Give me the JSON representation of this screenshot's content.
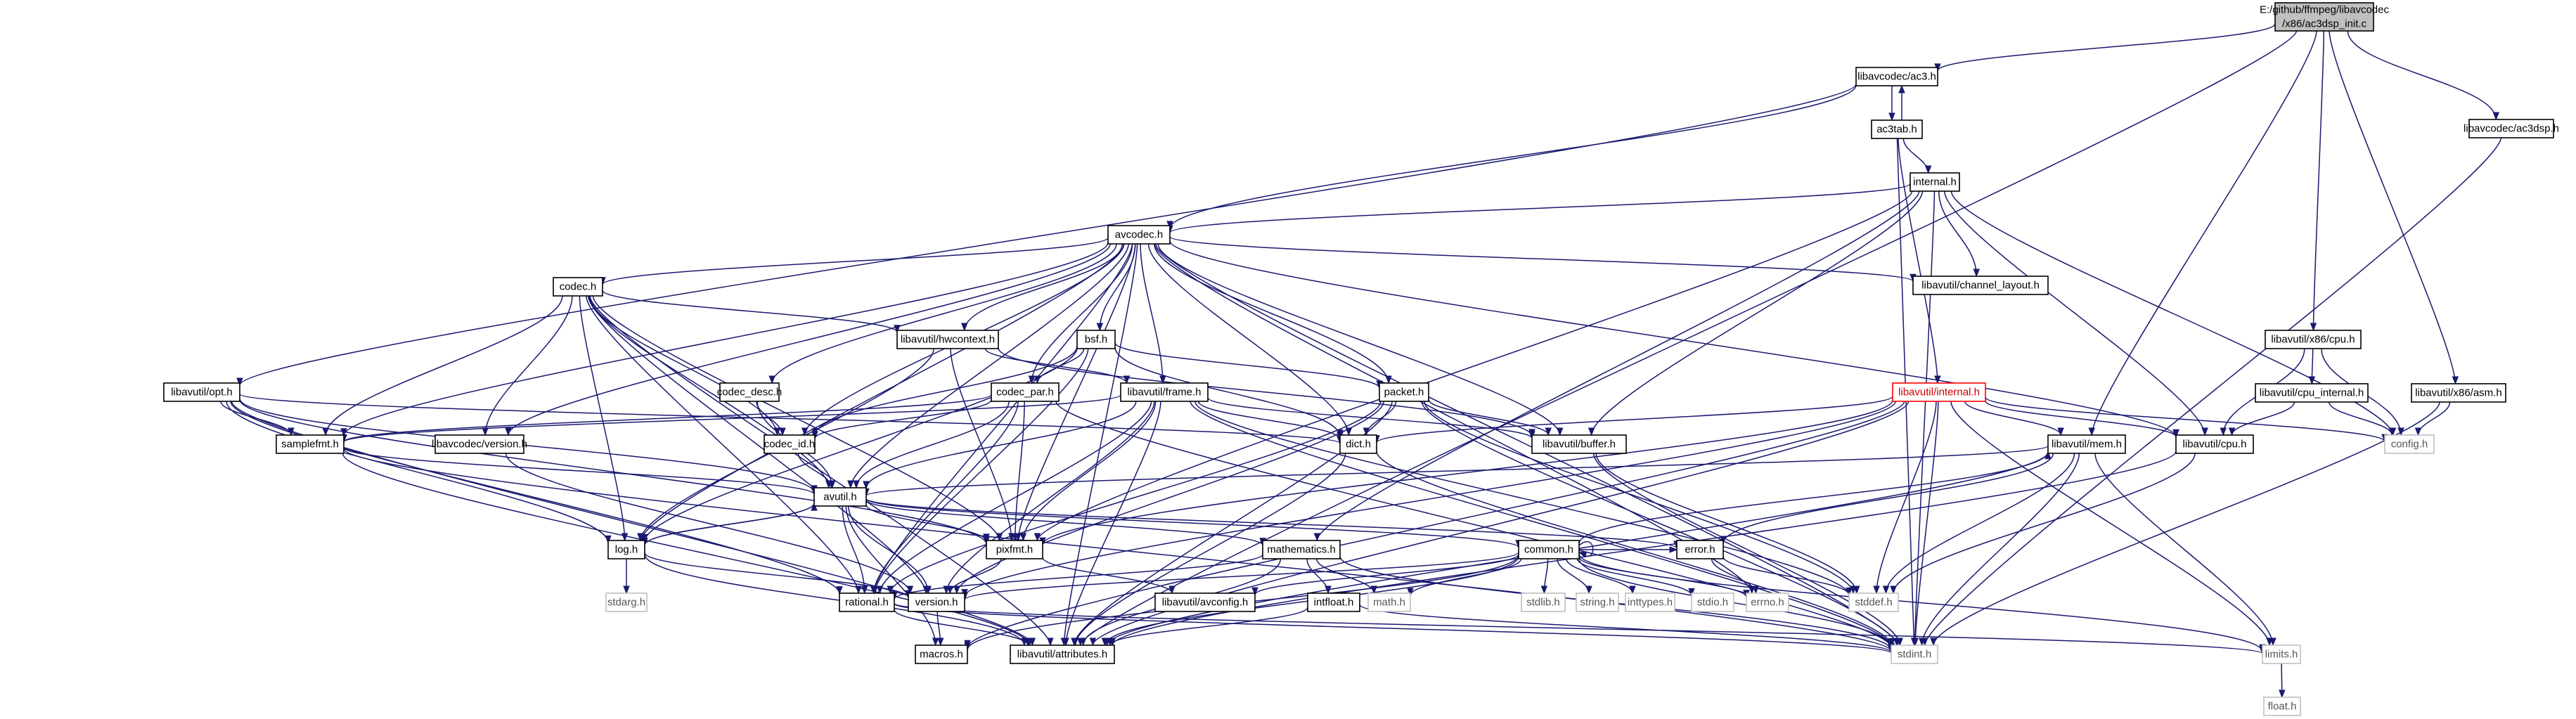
{
  "diagram": {
    "root": {
      "id": "root",
      "lines": [
        "E:/github/ffmpeg/libavcodec",
        "/x86/ac3dsp_init.c"
      ]
    },
    "nodes": [
      {
        "id": "ac3",
        "label": "libavcodec/ac3.h"
      },
      {
        "id": "ac3tab",
        "label": "ac3tab.h"
      },
      {
        "id": "internal",
        "label": "internal.h"
      },
      {
        "id": "avcodec",
        "label": "avcodec.h"
      },
      {
        "id": "codec",
        "label": "codec.h"
      },
      {
        "id": "hwcontext",
        "label": "libavutil/hwcontext.h"
      },
      {
        "id": "bsf",
        "label": "bsf.h"
      },
      {
        "id": "channel_layout",
        "label": "libavutil/channel_layout.h"
      },
      {
        "id": "ac3dsp",
        "label": "libavcodec/ac3dsp.h"
      },
      {
        "id": "x86cpu",
        "label": "libavutil/x86/cpu.h"
      },
      {
        "id": "cpu_internal",
        "label": "libavutil/cpu_internal.h"
      },
      {
        "id": "x86asm",
        "label": "libavutil/x86/asm.h"
      },
      {
        "id": "opt",
        "label": "libavutil/opt.h"
      },
      {
        "id": "codec_desc",
        "label": "codec_desc.h"
      },
      {
        "id": "codec_par",
        "label": "codec_par.h"
      },
      {
        "id": "frame",
        "label": "libavutil/frame.h"
      },
      {
        "id": "packet",
        "label": "packet.h"
      },
      {
        "id": "lavu_internal",
        "label": "libavutil/internal.h",
        "warn": true
      },
      {
        "id": "samplefmt",
        "label": "samplefmt.h"
      },
      {
        "id": "lavc_version",
        "label": "libavcodec/version.h"
      },
      {
        "id": "codec_id",
        "label": "codec_id.h"
      },
      {
        "id": "dict",
        "label": "dict.h"
      },
      {
        "id": "buffer",
        "label": "libavutil/buffer.h"
      },
      {
        "id": "mem",
        "label": "libavutil/mem.h"
      },
      {
        "id": "cpu",
        "label": "libavutil/cpu.h"
      },
      {
        "id": "config",
        "label": "config.h",
        "sys": true
      },
      {
        "id": "avutil",
        "label": "avutil.h"
      },
      {
        "id": "log",
        "label": "log.h"
      },
      {
        "id": "pixfmt",
        "label": "pixfmt.h"
      },
      {
        "id": "mathematics",
        "label": "mathematics.h"
      },
      {
        "id": "common",
        "label": "common.h"
      },
      {
        "id": "error",
        "label": "error.h"
      },
      {
        "id": "stdarg",
        "label": "stdarg.h",
        "sys": true
      },
      {
        "id": "rational",
        "label": "rational.h"
      },
      {
        "id": "version",
        "label": "version.h"
      },
      {
        "id": "avconfig",
        "label": "libavutil/avconfig.h"
      },
      {
        "id": "intfloat",
        "label": "intfloat.h"
      },
      {
        "id": "math",
        "label": "math.h",
        "sys": true
      },
      {
        "id": "stdlib",
        "label": "stdlib.h",
        "sys": true
      },
      {
        "id": "string",
        "label": "string.h",
        "sys": true
      },
      {
        "id": "inttypes",
        "label": "inttypes.h",
        "sys": true
      },
      {
        "id": "stdio",
        "label": "stdio.h",
        "sys": true
      },
      {
        "id": "errno",
        "label": "errno.h",
        "sys": true
      },
      {
        "id": "stddef",
        "label": "stddef.h",
        "sys": true
      },
      {
        "id": "macros",
        "label": "macros.h"
      },
      {
        "id": "attributes",
        "label": "libavutil/attributes.h"
      },
      {
        "id": "stdint",
        "label": "stdint.h",
        "sys": true
      },
      {
        "id": "limits",
        "label": "limits.h",
        "sys": true
      },
      {
        "id": "float",
        "label": "float.h",
        "sys": true
      }
    ],
    "edges": [
      [
        "root",
        "ac3"
      ],
      [
        "root",
        "ac3dsp"
      ],
      [
        "root",
        "x86cpu"
      ],
      [
        "root",
        "x86asm"
      ],
      [
        "root",
        "mem"
      ],
      [
        "root",
        "attributes"
      ],
      [
        "ac3",
        "ac3tab"
      ],
      [
        "ac3tab",
        "ac3"
      ],
      [
        "ac3",
        "avcodec"
      ],
      [
        "ac3",
        "opt"
      ],
      [
        "ac3tab",
        "internal"
      ],
      [
        "ac3tab",
        "lavu_internal"
      ],
      [
        "ac3tab",
        "stdint"
      ],
      [
        "internal",
        "avcodec"
      ],
      [
        "internal",
        "channel_layout"
      ],
      [
        "internal",
        "buffer"
      ],
      [
        "internal",
        "pixfmt"
      ],
      [
        "internal",
        "mathematics"
      ],
      [
        "internal",
        "config"
      ],
      [
        "internal",
        "stdint"
      ],
      [
        "internal",
        "cpu"
      ],
      [
        "avcodec",
        "codec"
      ],
      [
        "avcodec",
        "hwcontext"
      ],
      [
        "avcodec",
        "bsf"
      ],
      [
        "avcodec",
        "channel_layout"
      ],
      [
        "avcodec",
        "codec_desc"
      ],
      [
        "avcodec",
        "codec_par"
      ],
      [
        "avcodec",
        "frame"
      ],
      [
        "avcodec",
        "packet"
      ],
      [
        "avcodec",
        "samplefmt"
      ],
      [
        "avcodec",
        "lavc_version"
      ],
      [
        "avcodec",
        "codec_id"
      ],
      [
        "avcodec",
        "dict"
      ],
      [
        "avcodec",
        "buffer"
      ],
      [
        "avcodec",
        "cpu"
      ],
      [
        "avcodec",
        "avutil"
      ],
      [
        "avcodec",
        "log"
      ],
      [
        "avcodec",
        "pixfmt"
      ],
      [
        "avcodec",
        "rational"
      ],
      [
        "avcodec",
        "errno"
      ],
      [
        "avcodec",
        "stdint"
      ],
      [
        "avcodec",
        "attributes"
      ],
      [
        "codec",
        "hwcontext"
      ],
      [
        "codec",
        "samplefmt"
      ],
      [
        "codec",
        "lavc_version"
      ],
      [
        "codec",
        "codec_id"
      ],
      [
        "codec",
        "avutil"
      ],
      [
        "codec",
        "log"
      ],
      [
        "codec",
        "pixfmt"
      ],
      [
        "codec",
        "rational"
      ],
      [
        "codec",
        "version"
      ],
      [
        "codec",
        "attributes"
      ],
      [
        "hwcontext",
        "frame"
      ],
      [
        "hwcontext",
        "buffer"
      ],
      [
        "hwcontext",
        "pixfmt"
      ],
      [
        "hwcontext",
        "log"
      ],
      [
        "bsf",
        "codec_id"
      ],
      [
        "bsf",
        "codec_par"
      ],
      [
        "bsf",
        "packet"
      ],
      [
        "bsf",
        "dict"
      ],
      [
        "bsf",
        "log"
      ],
      [
        "bsf",
        "rational"
      ],
      [
        "codec_desc",
        "codec_id"
      ],
      [
        "codec_desc",
        "avutil"
      ],
      [
        "codec_par",
        "codec_id"
      ],
      [
        "codec_par",
        "samplefmt"
      ],
      [
        "codec_par",
        "avutil"
      ],
      [
        "codec_par",
        "pixfmt"
      ],
      [
        "codec_par",
        "rational"
      ],
      [
        "codec_par",
        "stdint"
      ],
      [
        "frame",
        "avutil"
      ],
      [
        "frame",
        "buffer"
      ],
      [
        "frame",
        "dict"
      ],
      [
        "frame",
        "pixfmt"
      ],
      [
        "frame",
        "rational"
      ],
      [
        "frame",
        "samplefmt"
      ],
      [
        "frame",
        "version"
      ],
      [
        "frame",
        "stddef"
      ],
      [
        "frame",
        "stdint"
      ],
      [
        "frame",
        "attributes"
      ],
      [
        "packet",
        "buffer"
      ],
      [
        "packet",
        "dict"
      ],
      [
        "packet",
        "attributes"
      ],
      [
        "packet",
        "rational"
      ],
      [
        "packet",
        "version"
      ],
      [
        "packet",
        "stddef"
      ],
      [
        "packet",
        "stdint"
      ],
      [
        "opt",
        "samplefmt"
      ],
      [
        "opt",
        "avutil"
      ],
      [
        "opt",
        "dict"
      ],
      [
        "opt",
        "log"
      ],
      [
        "opt",
        "pixfmt"
      ],
      [
        "opt",
        "rational"
      ],
      [
        "opt",
        "attributes"
      ],
      [
        "lavu_internal",
        "config"
      ],
      [
        "lavu_internal",
        "mem"
      ],
      [
        "lavu_internal",
        "cpu"
      ],
      [
        "lavu_internal",
        "dict"
      ],
      [
        "lavu_internal",
        "pixfmt"
      ],
      [
        "lavu_internal",
        "version"
      ],
      [
        "lavu_internal",
        "stddef"
      ],
      [
        "lavu_internal",
        "stdint"
      ],
      [
        "lavu_internal",
        "attributes"
      ],
      [
        "lavu_internal",
        "limits"
      ],
      [
        "lavu_internal",
        "macros"
      ],
      [
        "x86cpu",
        "config"
      ],
      [
        "x86cpu",
        "cpu"
      ],
      [
        "x86cpu",
        "cpu_internal"
      ],
      [
        "cpu_internal",
        "config"
      ],
      [
        "cpu_internal",
        "cpu"
      ],
      [
        "x86asm",
        "config"
      ],
      [
        "x86asm",
        "stdint"
      ],
      [
        "ac3dsp",
        "stdint"
      ],
      [
        "samplefmt",
        "avutil"
      ],
      [
        "samplefmt",
        "attributes"
      ],
      [
        "samplefmt",
        "stdint"
      ],
      [
        "lavc_version",
        "version"
      ],
      [
        "codec_id",
        "avutil"
      ],
      [
        "dict",
        "stdint"
      ],
      [
        "dict",
        "attributes"
      ],
      [
        "buffer",
        "stddef"
      ],
      [
        "buffer",
        "stdint"
      ],
      [
        "mem",
        "avutil"
      ],
      [
        "mem",
        "error"
      ],
      [
        "mem",
        "stddef"
      ],
      [
        "mem",
        "stdint"
      ],
      [
        "mem",
        "limits"
      ],
      [
        "mem",
        "attributes"
      ],
      [
        "cpu",
        "stddef"
      ],
      [
        "cpu",
        "attributes"
      ],
      [
        "avutil",
        "log"
      ],
      [
        "avutil",
        "pixfmt"
      ],
      [
        "avutil",
        "mathematics"
      ],
      [
        "avutil",
        "common"
      ],
      [
        "avutil",
        "error"
      ],
      [
        "avutil",
        "rational"
      ],
      [
        "avutil",
        "version"
      ],
      [
        "avutil",
        "macros"
      ],
      [
        "log",
        "avutil"
      ],
      [
        "log",
        "stdarg"
      ],
      [
        "log",
        "version"
      ],
      [
        "log",
        "attributes"
      ],
      [
        "pixfmt",
        "avconfig"
      ],
      [
        "pixfmt",
        "version"
      ],
      [
        "mathematics",
        "rational"
      ],
      [
        "mathematics",
        "intfloat"
      ],
      [
        "mathematics",
        "math"
      ],
      [
        "mathematics",
        "attributes"
      ],
      [
        "mathematics",
        "stdint"
      ],
      [
        "common",
        "common"
      ],
      [
        "common",
        "mem"
      ],
      [
        "common",
        "error"
      ],
      [
        "common",
        "attributes"
      ],
      [
        "common",
        "avconfig"
      ],
      [
        "common",
        "math"
      ],
      [
        "common",
        "stdlib"
      ],
      [
        "common",
        "string"
      ],
      [
        "common",
        "inttypes"
      ],
      [
        "common",
        "stdio"
      ],
      [
        "common",
        "errno"
      ],
      [
        "common",
        "limits"
      ],
      [
        "common",
        "stdint"
      ],
      [
        "common",
        "macros"
      ],
      [
        "common",
        "version"
      ],
      [
        "error",
        "errno"
      ],
      [
        "error",
        "stddef"
      ],
      [
        "rational",
        "attributes"
      ],
      [
        "rational",
        "stdint"
      ],
      [
        "rational",
        "limits"
      ],
      [
        "version",
        "macros"
      ],
      [
        "intfloat",
        "stdint"
      ],
      [
        "intfloat",
        "attributes"
      ],
      [
        "limits",
        "float"
      ]
    ]
  }
}
